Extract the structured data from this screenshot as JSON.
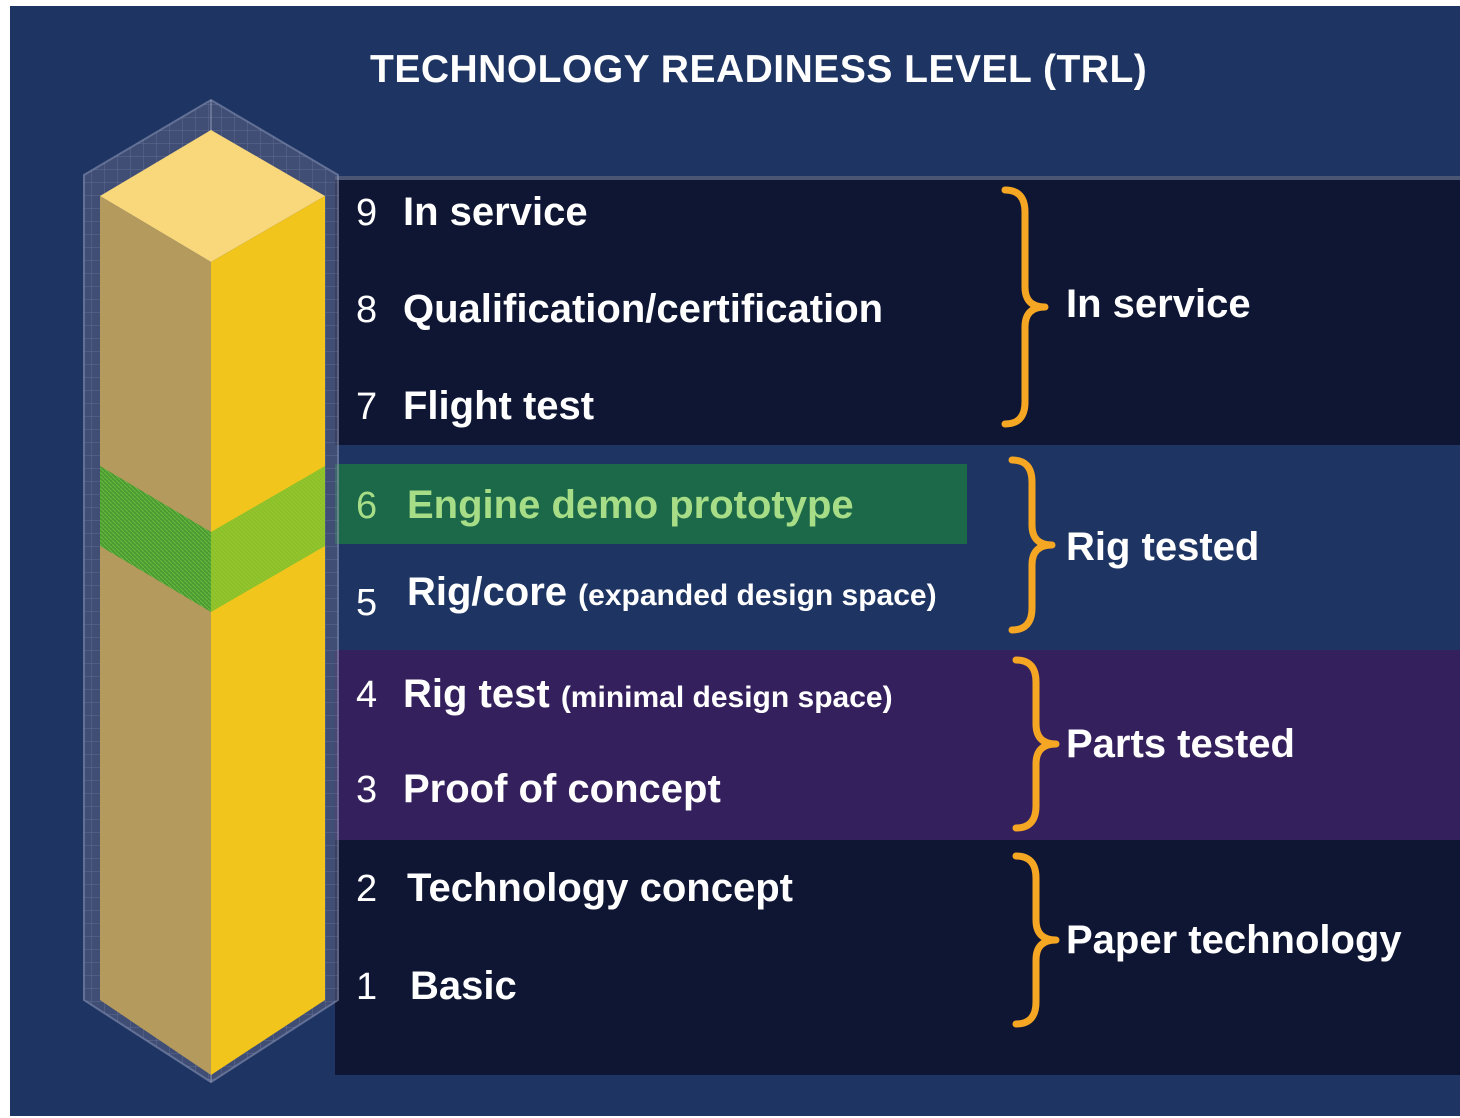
{
  "title": "TECHNOLOGY READINESS LEVEL  (TRL)",
  "levels": [
    {
      "num": "9",
      "label": "In service",
      "note": ""
    },
    {
      "num": "8",
      "label": "Qualification/certification",
      "note": ""
    },
    {
      "num": "7",
      "label": "Flight test",
      "note": ""
    },
    {
      "num": "6",
      "label": "Engine demo prototype",
      "note": ""
    },
    {
      "num": "5",
      "label": "Rig/core",
      "note": "(expanded design space)"
    },
    {
      "num": "4",
      "label": "Rig test",
      "note": "(minimal design space)"
    },
    {
      "num": "3",
      "label": "Proof of concept",
      "note": ""
    },
    {
      "num": "2",
      "label": "Technology concept",
      "note": ""
    },
    {
      "num": "1",
      "label": "Basic",
      "note": ""
    }
  ],
  "groups": [
    "In service",
    "Rig tested",
    "Parts tested",
    "Paper technology"
  ],
  "highlighted_level": "6",
  "colors": {
    "background": "#1e3462",
    "band_dark": "#0f1634",
    "band_purple": "#35205e",
    "highlight": "#1c6e46",
    "highlight_text": "#a6dd86",
    "brace": "#f5a623",
    "column_front": "#f2c51d",
    "column_side": "#b49a5c",
    "column_top": "#f9d87c"
  }
}
